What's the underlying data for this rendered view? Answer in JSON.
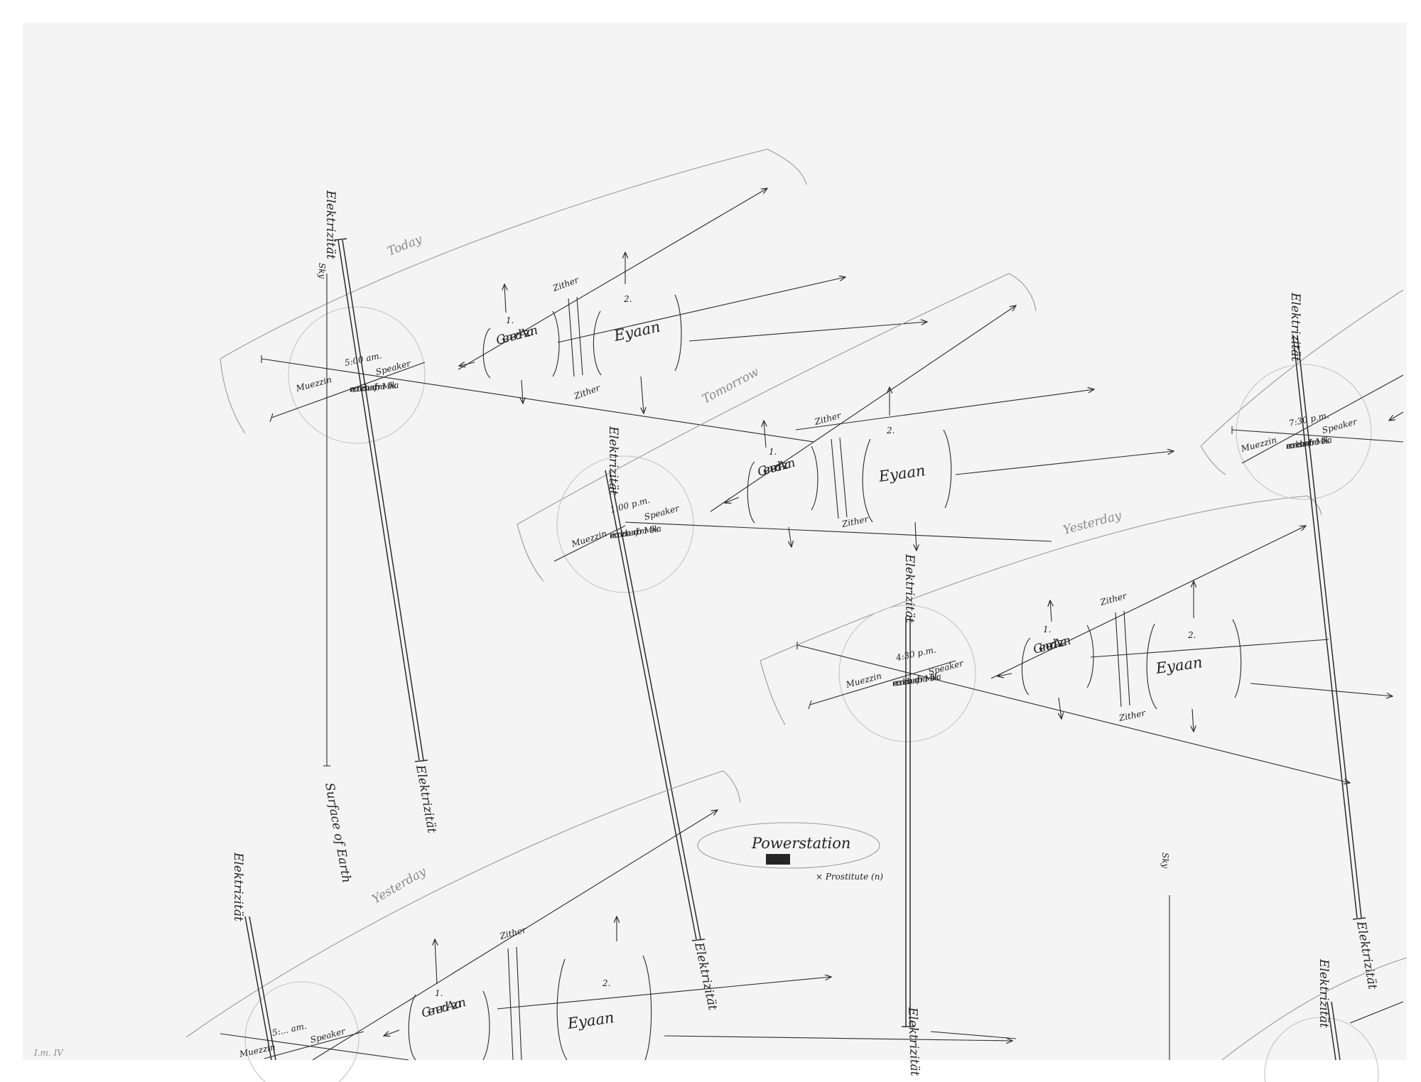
{
  "labels": {
    "today": "Today",
    "tomorrow": "Tomorrow",
    "yesterday": "Yesterday",
    "elektrizitat": "Elektrizität",
    "sky": "Sky",
    "surface_of_earth": "Surface of Earth",
    "muezzin": "Muezzin",
    "speaker": "Speaker",
    "recorded_sound": "recorded sound from Mekka",
    "general_azan": "General Azan",
    "eyaan": "Eyaan",
    "num1": "1.",
    "num2": "2.",
    "zither": "Zither",
    "powerstation": "Powerstation",
    "prostitute": "× Prostitute (n)",
    "plate": "I.m. IV"
  },
  "times": {
    "t1": "5:00 am.",
    "t2": "1:00 p.m.",
    "t3": "4:30 p.m.",
    "t4": "7:30 p.m.",
    "t5": "5:... am."
  },
  "colors": {
    "paper": "#f4f4f4",
    "ink": "#2b2b2b",
    "pencil": "#9a9a9a",
    "faint_circle": "#c4c4c4"
  }
}
